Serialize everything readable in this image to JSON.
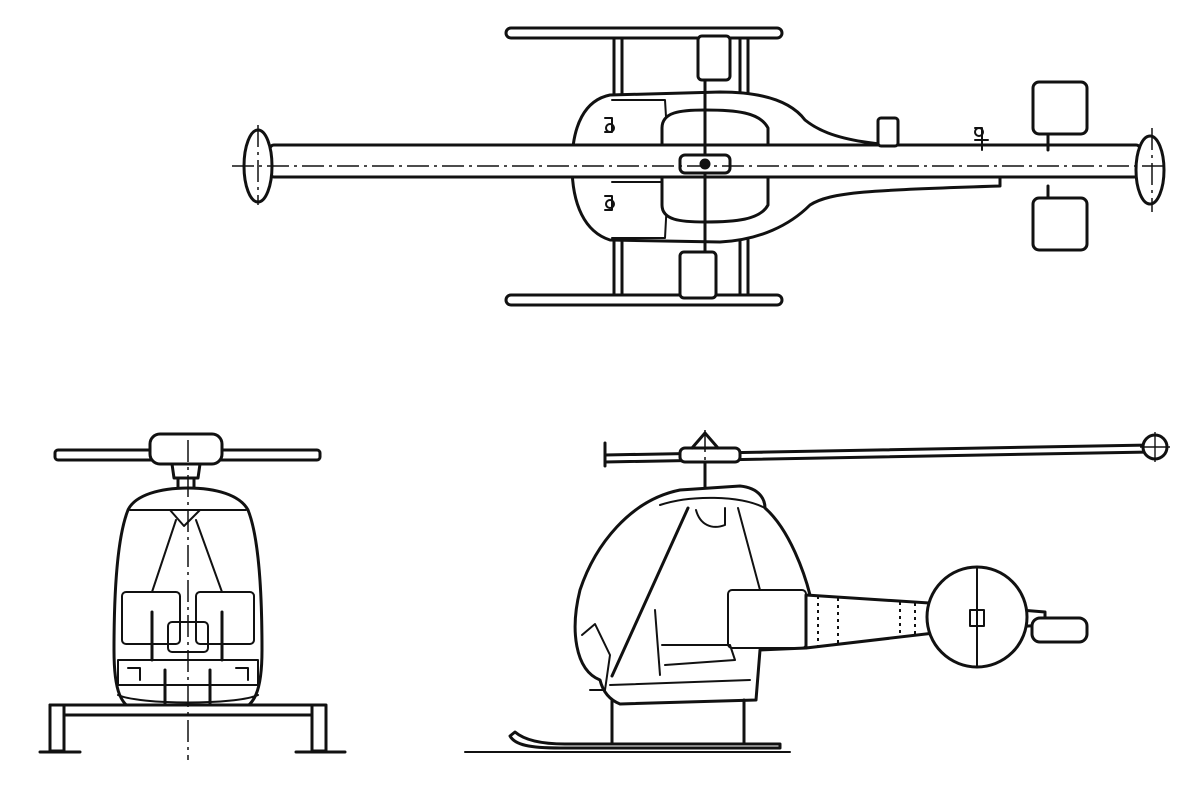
{
  "drawing": {
    "views": [
      {
        "id": "top-view"
      },
      {
        "id": "front-view"
      },
      {
        "id": "side-view"
      }
    ],
    "colors": {
      "line": "#111111",
      "background": "#ffffff"
    }
  }
}
